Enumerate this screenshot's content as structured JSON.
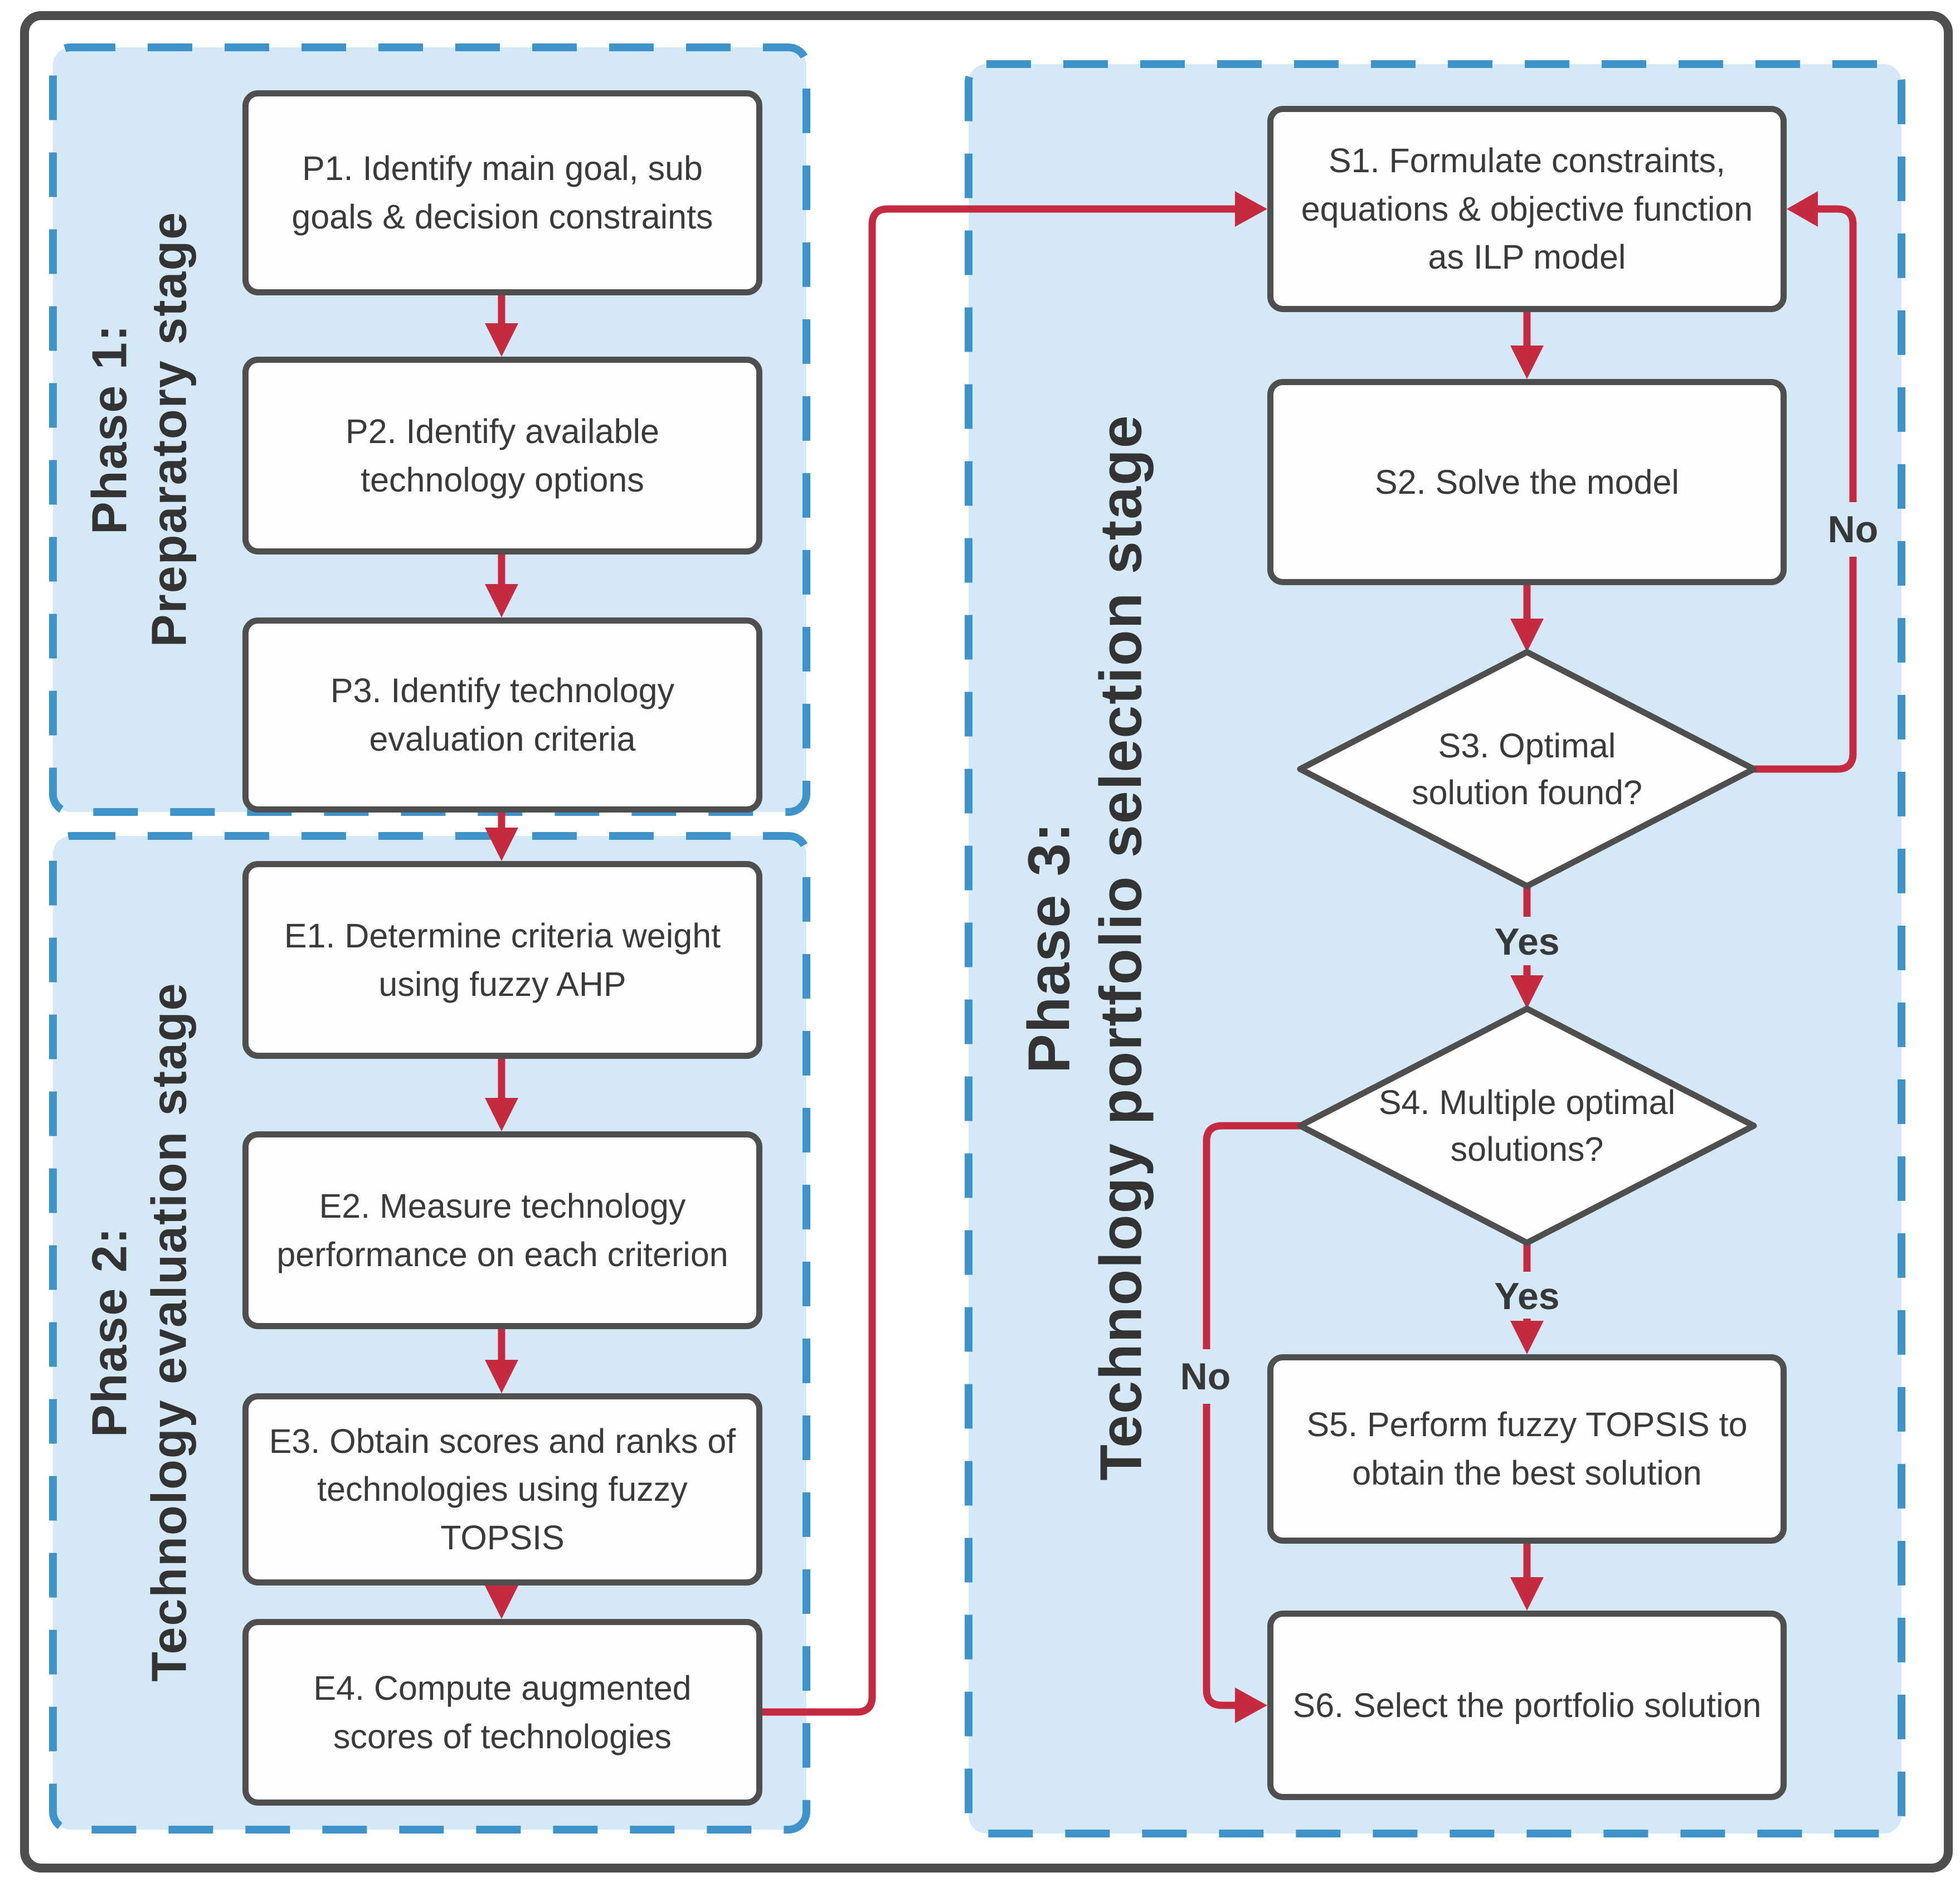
{
  "figure": {
    "type": "flowchart",
    "phases": [
      {
        "id": "phase1",
        "title_line1": "Phase 1:",
        "title_line2": "Preparatory stage"
      },
      {
        "id": "phase2",
        "title_line1": "Phase 2:",
        "title_line2": "Technology evaluation stage"
      },
      {
        "id": "phase3",
        "title_line1": "Phase 3:",
        "title_line2": "Technology portfolio selection stage"
      }
    ],
    "nodes": {
      "p1": {
        "shape": "rect",
        "lines": [
          "P1. Identify main goal, sub",
          "goals & decision constraints"
        ]
      },
      "p2": {
        "shape": "rect",
        "lines": [
          "P2. Identify available",
          "technology options"
        ]
      },
      "p3": {
        "shape": "rect",
        "lines": [
          "P3.  Identify technology",
          "evaluation criteria"
        ]
      },
      "e1": {
        "shape": "rect",
        "lines": [
          "E1. Determine criteria weight",
          "using fuzzy AHP"
        ]
      },
      "e2": {
        "shape": "rect",
        "lines": [
          "E2. Measure technology",
          "performance on each criterion"
        ]
      },
      "e3": {
        "shape": "rect",
        "lines": [
          "E3. Obtain scores and ranks of",
          "technologies using fuzzy",
          "TOPSIS"
        ]
      },
      "e4": {
        "shape": "rect",
        "lines": [
          "E4. Compute augmented",
          "scores of technologies"
        ]
      },
      "s1": {
        "shape": "rect",
        "lines": [
          "S1. Formulate constraints,",
          "equations & objective function",
          "as ILP model"
        ]
      },
      "s2": {
        "shape": "rect",
        "lines": [
          "S2. Solve the model"
        ]
      },
      "s3": {
        "shape": "diamond",
        "lines": [
          "S3. Optimal",
          "solution found?"
        ]
      },
      "s4": {
        "shape": "diamond",
        "lines": [
          "S4. Multiple optimal",
          "solutions?"
        ]
      },
      "s5": {
        "shape": "rect",
        "lines": [
          "S5. Perform fuzzy TOPSIS to",
          "obtain the best solution"
        ]
      },
      "s6": {
        "shape": "rect",
        "lines": [
          "S6. Select the portfolio solution"
        ]
      }
    },
    "branch_labels": {
      "s3_yes": "Yes",
      "s3_no": "No",
      "s4_yes": "Yes",
      "s4_no": "No"
    },
    "edges": [
      {
        "from": "p1",
        "to": "p2"
      },
      {
        "from": "p2",
        "to": "p3"
      },
      {
        "from": "p3",
        "to": "e1"
      },
      {
        "from": "e1",
        "to": "e2"
      },
      {
        "from": "e2",
        "to": "e3"
      },
      {
        "from": "e3",
        "to": "e4"
      },
      {
        "from": "e4",
        "to": "s1"
      },
      {
        "from": "s1",
        "to": "s2"
      },
      {
        "from": "s2",
        "to": "s3"
      },
      {
        "from": "s3",
        "to": "s4",
        "label": "Yes"
      },
      {
        "from": "s3",
        "to": "s1",
        "label": "No"
      },
      {
        "from": "s4",
        "to": "s5",
        "label": "Yes"
      },
      {
        "from": "s4",
        "to": "s6",
        "label": "No"
      },
      {
        "from": "s5",
        "to": "s6"
      }
    ],
    "colors": {
      "panel_fill": "#d5e8f6",
      "panel_dash_border": "#3e93c8",
      "connector_red": "#c62a40",
      "node_border_gray": "#4f4f4f",
      "node_fill": "#fdfdfe",
      "text": "#3a3a3a",
      "outer_frame": "#4f4f4f"
    }
  }
}
